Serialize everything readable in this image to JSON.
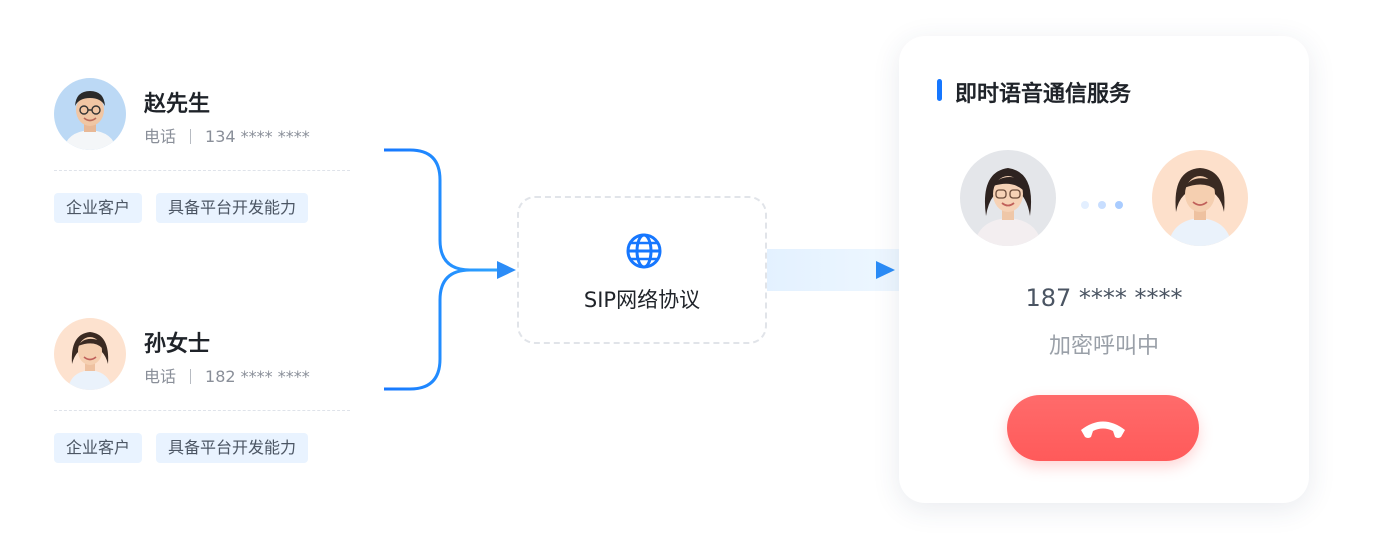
{
  "contacts": [
    {
      "name": "赵先生",
      "phone_label": "电话",
      "phone_number": "134 **** ****",
      "tags": [
        "企业客户",
        "具备平台开发能力"
      ]
    },
    {
      "name": "孙女士",
      "phone_label": "电话",
      "phone_number": "182 **** ****",
      "tags": [
        "企业客户",
        "具备平台开发能力"
      ]
    }
  ],
  "protocol": {
    "label": "SIP网络协议",
    "icon": "globe-icon"
  },
  "call_panel": {
    "title": "即时语音通信服务",
    "number": "187 **** ****",
    "status": "加密呼叫中",
    "hangup_icon": "phone-hangup-icon"
  },
  "colors": {
    "accent": "#1677ff",
    "arrow": "#2b8cf7",
    "tag_bg": "#e9f3ff",
    "hangup": "#ff5a5a"
  }
}
